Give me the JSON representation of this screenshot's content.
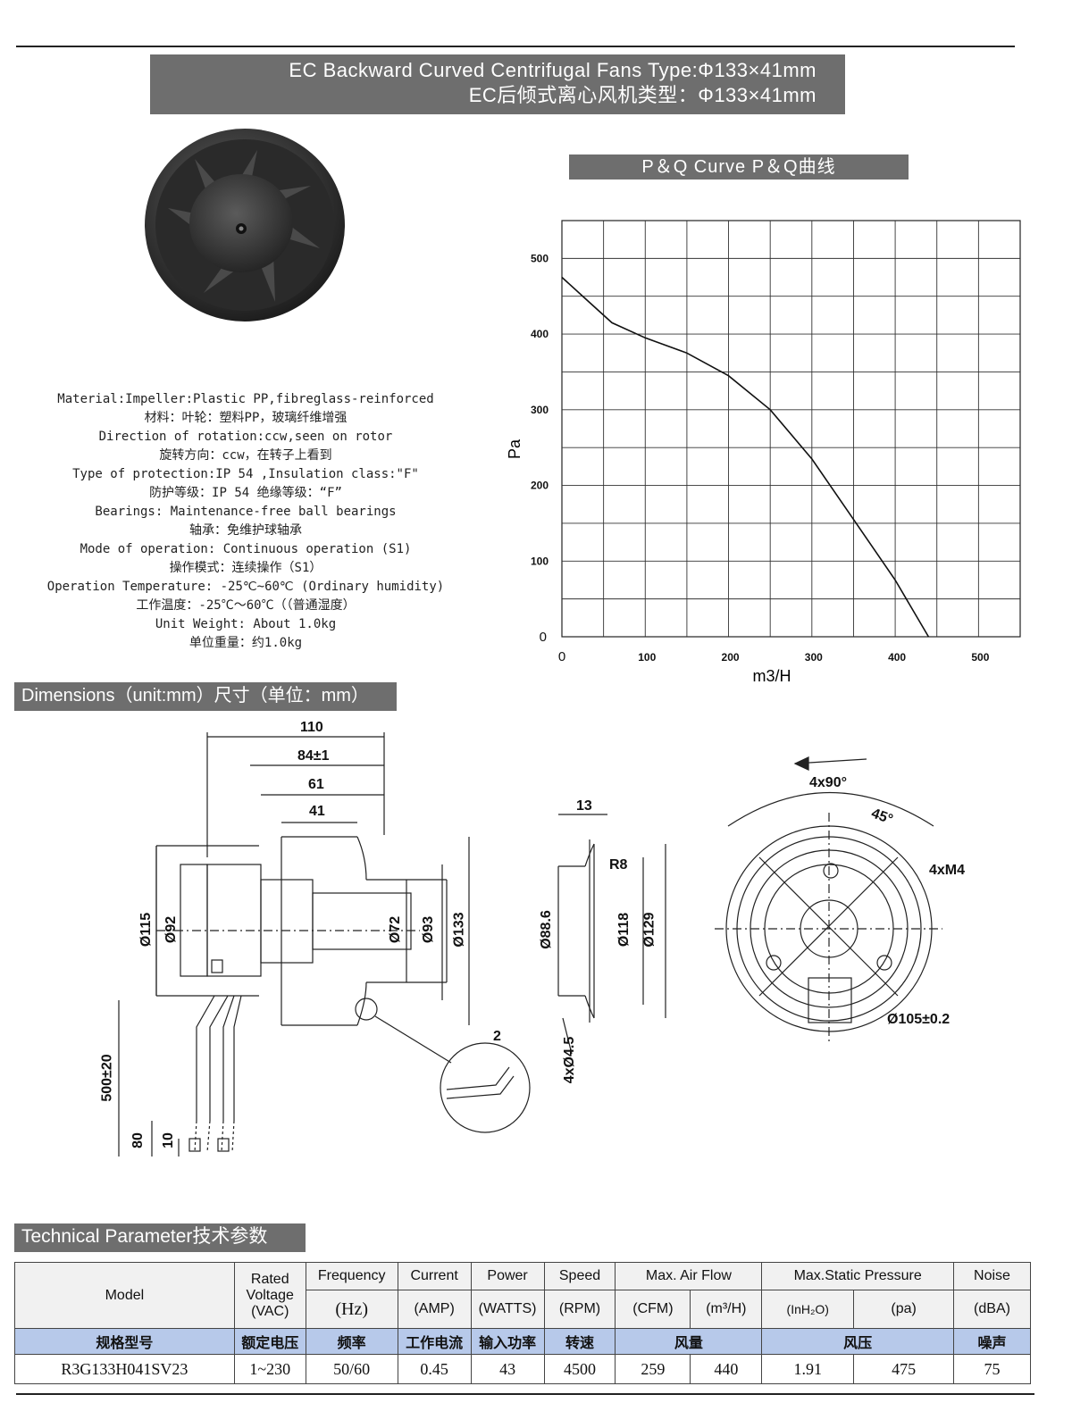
{
  "header": {
    "title_en": "EC Backward Curved Centrifugal Fans Type:Φ133×41mm",
    "title_cn": "EC后倾式离心风机类型：Φ133×41mm"
  },
  "specs": [
    "Material:Impeller:Plastic PP,fibreglass-reinforced",
    "材料：叶轮：塑料PP，玻璃纤维增强",
    "Direction of rotation:ccw,seen on rotor",
    "旋转方向：ccw，在转子上看到",
    "Type of protection:IP 54 ,Insulation class:\"F\"",
    "防护等级：IP 54     绝缘等级：“F”",
    "Bearings: Maintenance-free ball bearings",
    "轴承：免维护球轴承",
    "Mode of operation: Continuous operation (S1)",
    "操作模式：连续操作（S1）",
    "Operation Temperature: -25℃~60℃ (Ordinary humidity)",
    "工作温度：-25℃～60℃（（普通湿度）",
    "Unit Weight: About 1.0kg",
    "单位重量：约1.0kg"
  ],
  "pq_title": "P＆Q Curve  P＆Q曲线",
  "chart_data": {
    "type": "line",
    "xlabel": "m3/H",
    "ylabel": "Pa",
    "xlim": [
      0,
      550
    ],
    "ylim": [
      0,
      550
    ],
    "x_ticks": [
      "0",
      "100",
      "200",
      "300",
      "400",
      "500"
    ],
    "y_ticks": [
      "0",
      "100",
      "200",
      "300",
      "400",
      "500"
    ],
    "grid": true,
    "series": [
      {
        "x": [
          0,
          30,
          60,
          100,
          150,
          200,
          250,
          300,
          350,
          400,
          440
        ],
        "y": [
          475,
          445,
          415,
          395,
          375,
          345,
          300,
          235,
          155,
          75,
          0
        ]
      }
    ]
  },
  "dimensions": {
    "heading": "Dimensions（unit:mm）尺寸（单位：mm）",
    "labels": [
      "110",
      "84±1",
      "61",
      "41",
      "Ø115",
      "Ø92",
      "Ø72",
      "Ø93",
      "Ø133",
      "500±20",
      "80",
      "10",
      "2",
      "13",
      "R8",
      "Ø88.6",
      "Ø118",
      "Ø129",
      "4xØ4.5",
      "4x90°",
      "45°",
      "4xM4",
      "Ø105±0.2"
    ]
  },
  "tech": {
    "heading": "Technical Parameter技术参数",
    "header_row1": [
      "Model",
      "Rated Voltage (VAC)",
      "Frequency",
      "Current",
      "Power",
      "Speed",
      "Max. Air Flow",
      "Max.Static Pressure",
      "Noise"
    ],
    "header_row2": [
      "(Hz)",
      "(AMP)",
      "(WATTS)",
      "(RPM)",
      "(CFM)",
      "(m³/H)",
      "(InH₂O)",
      "(pa)",
      "(dBA)"
    ],
    "cn_row": [
      "规格型号",
      "额定电压",
      "频率",
      "工作电流",
      "输入功率",
      "转速",
      "风量",
      "风压",
      "噪声"
    ],
    "values": [
      "R3G133H041SV23",
      "1~230",
      "50/60",
      "0.45",
      "43",
      "4500",
      "259",
      "440",
      "1.91",
      "475",
      "75"
    ]
  }
}
